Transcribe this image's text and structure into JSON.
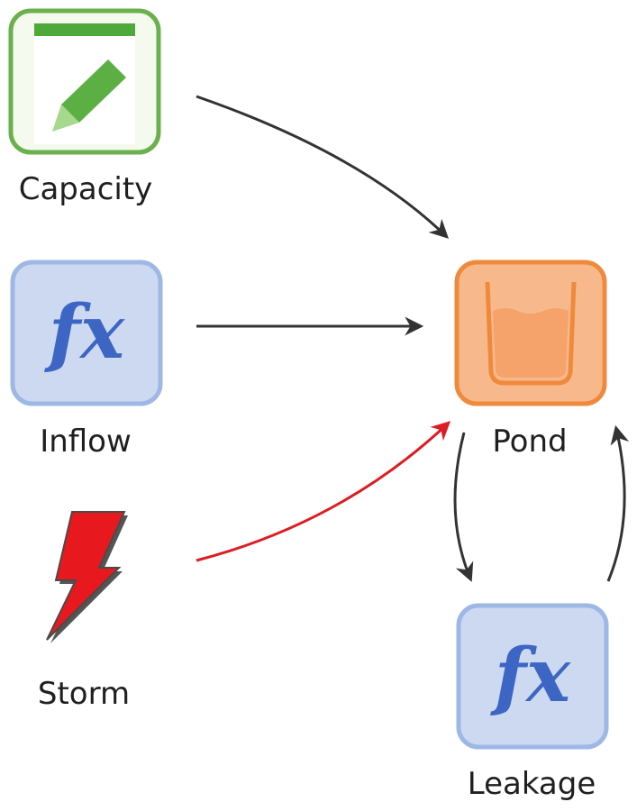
{
  "nodes": {
    "capacity": {
      "label": "Capacity",
      "icon": "pencil-note-icon",
      "fill": "#f4fbee",
      "stroke": "#6ab04c"
    },
    "inflow": {
      "label": "Inflow",
      "icon": "function-fx-icon",
      "fill": "#cdd9f0",
      "stroke": "#9eb8e6"
    },
    "storm": {
      "label": "Storm",
      "icon": "lightning-bolt-icon",
      "fill": "#e8191e"
    },
    "pond": {
      "label": "Pond",
      "icon": "water-container-icon",
      "fill": "#f7b98c",
      "stroke": "#ef8a3c"
    },
    "leakage": {
      "label": "Leakage",
      "icon": "function-fx-icon",
      "fill": "#cdd9f0",
      "stroke": "#9eb8e6"
    }
  },
  "colors": {
    "arrow": "#333333",
    "storm_arrow": "#dd1c24",
    "fx_text": "#3d66c4"
  }
}
